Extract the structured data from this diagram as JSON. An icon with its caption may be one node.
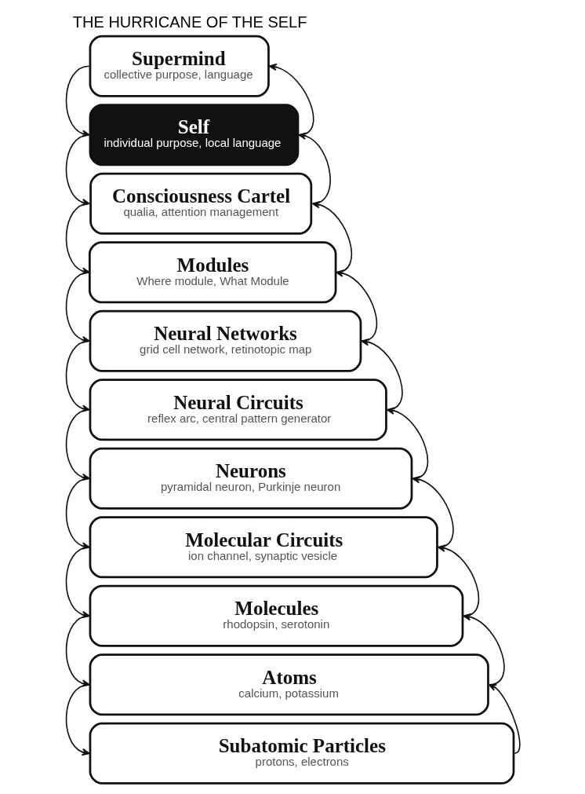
{
  "diagram": {
    "title": "THE HURRICANE OF THE SELF",
    "nodes": [
      {
        "text": [
          "Supermind",
          "collective purpose, language"
        ]
      },
      {
        "text": [
          "Self",
          "individual purpose, local language"
        ]
      },
      {
        "text": [
          "Consciousness Cartel",
          "qualia, attention management"
        ]
      },
      {
        "text": [
          "Modules",
          "Where module, What Module"
        ]
      },
      {
        "text": [
          "Neural Networks",
          "grid cell network, retinotopic map"
        ]
      },
      {
        "text": [
          "Neural Circuits",
          "reflex arc, central pattern generator"
        ]
      },
      {
        "text": [
          "Neurons",
          "pyramidal neuron, Purkinje neuron"
        ]
      },
      {
        "text": [
          "Molecular Circuits",
          "ion channel, synaptic vesicle"
        ]
      },
      {
        "text": [
          "Molecules",
          "rhodopsin, serotonin"
        ]
      },
      {
        "text": [
          "Atoms",
          "calcium, potassium"
        ]
      },
      {
        "text": [
          "Subatomic Particles",
          "protons, electrons"
        ]
      }
    ],
    "edges": [
      {
        "from": 0,
        "to": 1,
        "arrow": "to"
      },
      {
        "from": 1,
        "to": 0,
        "arrow": "to"
      },
      {
        "from": 1,
        "to": 2,
        "arrow": "to"
      },
      {
        "from": 2,
        "to": 1,
        "arrow": "to"
      },
      {
        "from": 2,
        "to": 3,
        "arrow": "to"
      },
      {
        "from": 3,
        "to": 2,
        "arrow": "to"
      },
      {
        "from": 3,
        "to": 4,
        "arrow": "to"
      },
      {
        "from": 4,
        "to": 3,
        "arrow": "to"
      },
      {
        "from": 4,
        "to": 5,
        "arrow": "to"
      },
      {
        "from": 5,
        "to": 4,
        "arrow": "to"
      },
      {
        "from": 5,
        "to": 6,
        "arrow": "to"
      },
      {
        "from": 6,
        "to": 5,
        "arrow": "to"
      },
      {
        "from": 6,
        "to": 7,
        "arrow": "to"
      },
      {
        "from": 7,
        "to": 6,
        "arrow": "to"
      },
      {
        "from": 7,
        "to": 8,
        "arrow": "to"
      },
      {
        "from": 8,
        "to": 7,
        "arrow": "to"
      },
      {
        "from": 8,
        "to": 9,
        "arrow": "to"
      },
      {
        "from": 9,
        "to": 8,
        "arrow": "to"
      },
      {
        "from": 9,
        "to": 10,
        "arrow": "to"
      },
      {
        "from": 10,
        "to": 9,
        "arrow": "to"
      }
    ]
  }
}
